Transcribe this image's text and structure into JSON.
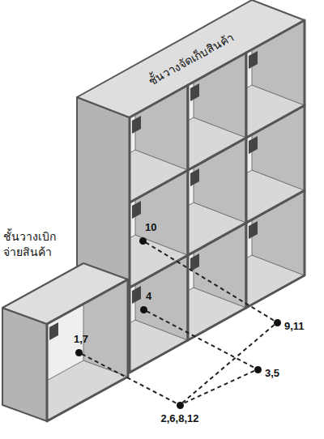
{
  "diagram": {
    "nodes": [
      {
        "text": [
          "10"
        ]
      },
      {
        "text": [
          "4"
        ]
      },
      {
        "text": [
          "1,7"
        ]
      },
      {
        "text": [
          "9,11"
        ]
      },
      {
        "text": [
          "3,5"
        ]
      },
      {
        "text": [
          "2,6,8,12"
        ]
      }
    ],
    "edges": [
      {
        "from": 0,
        "to": 3,
        "arrow": "none"
      },
      {
        "from": 3,
        "to": 5,
        "arrow": "none"
      },
      {
        "from": 1,
        "to": 4,
        "arrow": "none"
      },
      {
        "from": 4,
        "to": 5,
        "arrow": "none"
      },
      {
        "from": 2,
        "to": 5,
        "arrow": "none"
      }
    ],
    "labels": [
      "ชั้นวางจัดเก็บสินค้า",
      "ชั้นวางเบิก จ่ายสินค้า"
    ]
  }
}
